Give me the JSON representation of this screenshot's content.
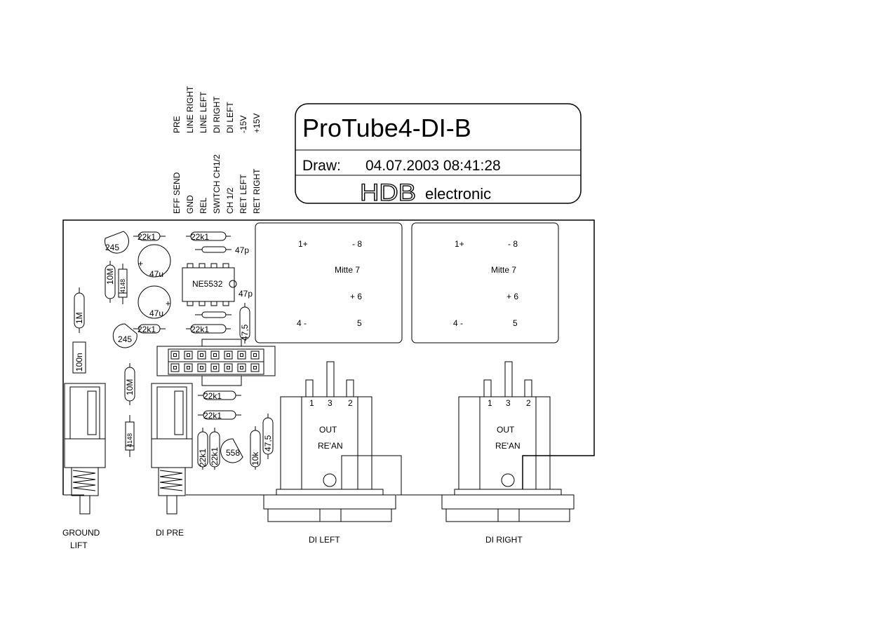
{
  "title_block": {
    "title": "ProTube4-DI-B",
    "draw_label": "Draw:",
    "draw_datetime": "04.07.2003 08:41:28",
    "company_logo": "HDB",
    "company_suffix": "electronic"
  },
  "connector_labels_top": [
    "PRE",
    "LINE RIGHT",
    "LINE LEFT",
    "DI RIGHT",
    "DI LEFT",
    "-15V",
    "+15V"
  ],
  "connector_labels_bottom": [
    "EFF SEND",
    "GND",
    "REL",
    "SWITCH CH1/2",
    "CH 1/2",
    "RET LEFT",
    "RET RIGHT"
  ],
  "components": {
    "r1": "22k1",
    "r2": "22k1",
    "r3": "22k1",
    "r4": "22k1",
    "r5": "22k1",
    "r6": "22k1",
    "r7": "22k1",
    "r8": "22k1",
    "r_10m_top": "10M",
    "r_10m_bottom": "10M",
    "r_1m": "1M",
    "r_47_5_a": "47,5",
    "r_47_5_b": "47,5",
    "r_10k": "10k",
    "d1": "4148",
    "d2": "4148",
    "t1": "245",
    "t2": "245",
    "t3": "558",
    "c1": "47u",
    "c2": "47u",
    "c3": "47p",
    "c4": "47p",
    "c5": "100n",
    "ic": "NE5532"
  },
  "transformers": [
    {
      "pin1": "1+",
      "pin8": "- 8",
      "center": "Mitte 7",
      "pin6": "+ 6",
      "pin4": "4 -",
      "pin5": "5"
    },
    {
      "pin1": "1+",
      "pin8": "- 8",
      "center": "Mitte 7",
      "pin6": "+ 6",
      "pin4": "4 -",
      "pin5": "5"
    }
  ],
  "xlr_outputs": [
    {
      "pins": [
        "1",
        "3",
        "2"
      ],
      "label1": "OUT",
      "label2": "RE'AN",
      "name": "DI LEFT"
    },
    {
      "pins": [
        "1",
        "3",
        "2"
      ],
      "label1": "OUT",
      "label2": "RE'AN",
      "name": "DI RIGHT"
    }
  ],
  "switches": [
    {
      "name_line1": "GROUND",
      "name_line2": "LIFT"
    },
    {
      "name_line1": "DI PRE",
      "name_line2": ""
    }
  ]
}
